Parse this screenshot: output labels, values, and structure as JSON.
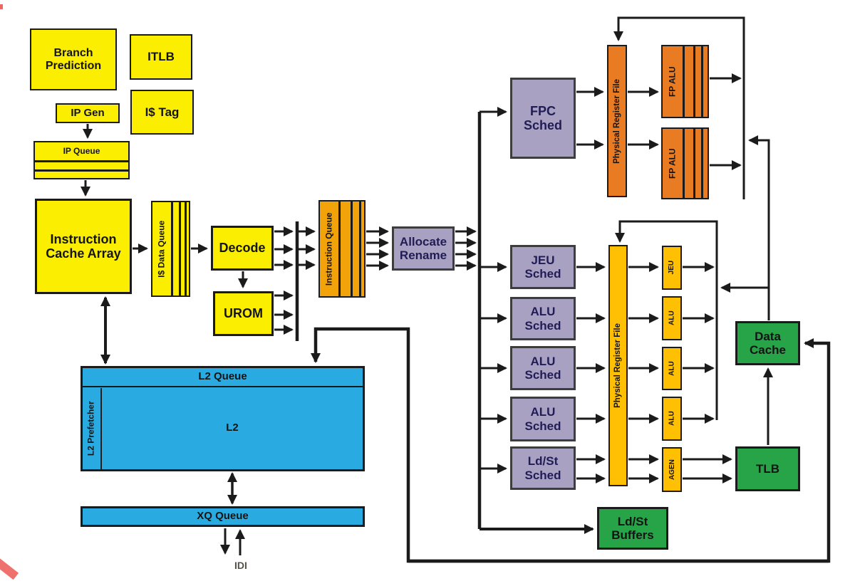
{
  "palette": {
    "yellow": "#FBEE00",
    "orange": "#F2A30A",
    "dark_orange": "#E97B22",
    "gold": "#FFC003",
    "purple": "#A9A1C2",
    "green": "#27A348",
    "blue": "#29ABE2",
    "line_black": "#1B1B1B",
    "purple_text": "#201C55",
    "idi_text": "#55534A",
    "marker_red": "#E8413C"
  },
  "frontend": {
    "branch_prediction": "Branch Prediction",
    "itlb": "ITLB",
    "ip_gen": "IP Gen",
    "is_tag": "I$ Tag",
    "ip_queue": "IP Queue",
    "instruction_cache_array": "Instruction Cache Array",
    "is_data_queue": "I$ Data Queue",
    "decode": "Decode",
    "urom": "UROM",
    "instruction_queue": "Instruction Queue",
    "allocate_rename": "Allocate Rename"
  },
  "fp_cluster": {
    "fpc_sched": "FPC Sched",
    "register_file": "Physical Register File",
    "fp_alu_top": "FP ALU",
    "fp_alu_bottom": "FP ALU"
  },
  "int_cluster": {
    "jeu_sched": "JEU Sched",
    "alu_sched_1": "ALU Sched",
    "alu_sched_2": "ALU Sched",
    "alu_sched_3": "ALU Sched",
    "ldst_sched": "Ld/St Sched",
    "register_file": "Physical Register File",
    "jeu": "JEU",
    "alu_1": "ALU",
    "alu_2": "ALU",
    "alu_3": "ALU",
    "agen": "AGEN"
  },
  "memory": {
    "data_cache": "Data Cache",
    "tlb": "TLB",
    "ldst_buffers": "Ld/St Buffers",
    "l2_queue": "L2 Queue",
    "l2_prefetcher": "L2 Prefetcher",
    "l2": "L2",
    "xq_queue": "XQ Queue",
    "idi": "IDI"
  }
}
